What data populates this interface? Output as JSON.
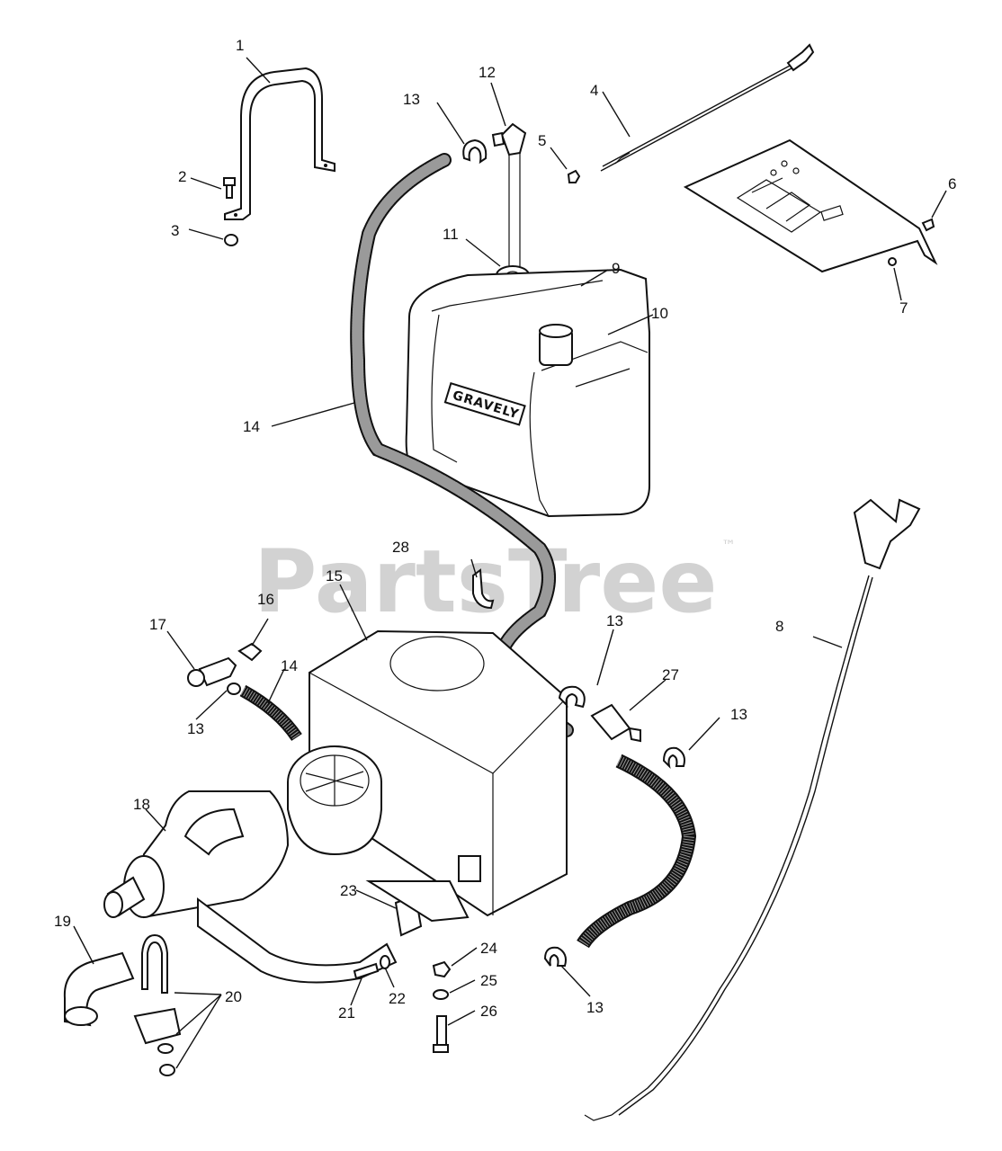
{
  "watermark": {
    "text": "PartsTree",
    "trademark": "™"
  },
  "tank_brand": "GRAVELY",
  "callouts": {
    "c1": "1",
    "c2": "2",
    "c3": "3",
    "c4": "4",
    "c5": "5",
    "c6": "6",
    "c7": "7",
    "c8": "8",
    "c9": "9",
    "c10": "10",
    "c11": "11",
    "c12": "12",
    "c13a": "13",
    "c13b": "13",
    "c13c": "13",
    "c13d": "13",
    "c13e": "13",
    "c14a": "14",
    "c14b": "14",
    "c15": "15",
    "c16": "16",
    "c17": "17",
    "c18": "18",
    "c19": "19",
    "c20": "20",
    "c21": "21",
    "c22": "22",
    "c23": "23",
    "c24": "24",
    "c25": "25",
    "c26": "26",
    "c27": "27",
    "c28": "28"
  }
}
